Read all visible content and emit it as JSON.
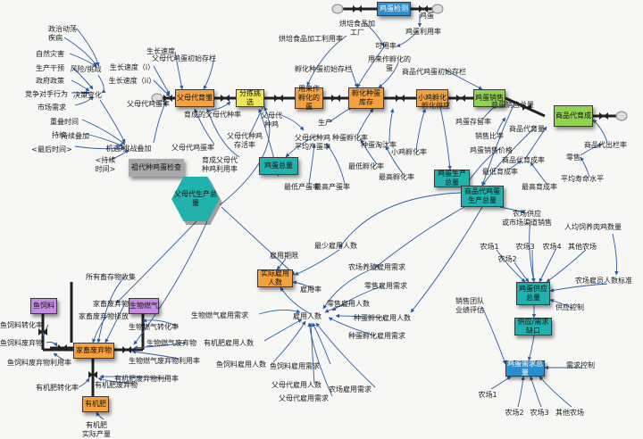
{
  "colors": {
    "orange": "#f4a13f",
    "yellow": "#efe65c",
    "green": "#92d24f",
    "blue": "#2a8fd0",
    "teal": "#22b2ad",
    "purple": "#c48ee0",
    "gray": "#a8a8a8",
    "link": "#2c5aa0"
  },
  "stocks": {
    "parent_breeding": "父母代育雏",
    "grading_selection": "分拣挑选",
    "hatching_egg": "用来作孵化的蛋",
    "hatch_storage": "孵化种蛋库存",
    "chick_hatching": "小鸡孵化",
    "egg_sales": "鸡蛋销售",
    "commercial_growing": "商品代育成",
    "egg_inspection": "鸡蛋检测",
    "egg_total": "鸡蛋总量",
    "egg_production_total": "鸡蛋生产总量",
    "commercial_egg_production": "商品代鸡蛋生产总量",
    "parent_production_total": "父母代生产总量",
    "ancestor_inspection": "祖代种鸡蛋检查",
    "actual_employees": "实际雇用人数",
    "fish_feed": "鱼饲料",
    "bio_gas": "生物燃气",
    "livestock_waste": "家畜废弃物",
    "organic_fertilizer": "有机肥",
    "egg_supply_total": "鸡蛋供应总量",
    "supply_demand_gap": "供应/需求缺口",
    "egg_demand_total": "鸡蛋需求总量"
  },
  "variables": {
    "political_turmoil": "政治动荡",
    "disease": "疾病",
    "natural_disaster": "自然灾害",
    "production_intervention": "生产干预",
    "government_policy": "政府政策",
    "competitor_hand": "竞争对手行为",
    "market_demand": "市场需求",
    "risk_challenge": "风险/挑战",
    "decision_change": "决策变化",
    "delay_time": "重叠时间",
    "sustain": "持续",
    "sustained_increase": "持续叠加",
    "opportunity_overlay": "机遇/挑战叠加",
    "latest_time": "<最后时间>",
    "time": "<持续\n时间>",
    "growth_rate_i": "生长速度（i）",
    "growth_rate_ii": "生长速度（ii）",
    "growth_rate": "生长速度",
    "parent_egg_init": "父母代鸡蛋初始存栏",
    "parent_egg_rate": "父母代鸡蛋率",
    "raised_parent_rate": "育成的父母代种率",
    "parent_survival": "父母代种鸡\n存活率",
    "parent_egg_rate2": "父母代鸡蛋率",
    "raised_parent_egg": "育成父母代\n种鸡利用率",
    "baking_plant_rate": "烘培食品加工利用率",
    "baking_plant": "烘培食品加\n工厂",
    "egg": "鸡蛋",
    "egg_use_rate": "鸡蛋利用率",
    "usable_hatch_rate": "可用率",
    "hatch_egg_init": "孵化种蛋初始存栏",
    "used_hatch_egg": "用来作孵化的\n蛋",
    "commercial_egg_init": "商品代鸡蛋初始存栏",
    "parent_egg": "父母代\n种鸡",
    "production": "生产",
    "breeder_hens": "父母代种鸡\n平均产蛋率",
    "min_egg_rate": "最低产蛋率",
    "max_egg_rate": "最高产蛋率",
    "hatch_rate": "种蛋孵化率",
    "hatch_eliminate": "种蛋淘汰率",
    "min_hatch_rate": "最低孵化率",
    "max_hatch_rate": "最高孵化率",
    "chick_hatch_rate": "小鸡孵化率",
    "hatch_supply": "孵化供应",
    "egg_sales_quota": "鸡蛋销售总量",
    "egg_retention": "鸡蛋存留率",
    "commercial_feed": "商品代育量",
    "sales_ratio": "销售比率",
    "egg_sales_price": "鸡蛋销售价格",
    "commercial_growing_rate": "商品代育成率",
    "min_growing_rate": "最低育成率",
    "max_growing_rate": "最高育成率",
    "commercial_out_rate": "商品代出栏率",
    "market": "零售",
    "avg_lifespan": "平均寿命水平",
    "farm_supply": "农场供应\n或市场渠道销售",
    "farm1": "农场1",
    "farm2": "农场2",
    "farm3": "农场3",
    "farm4": "农场4",
    "other_farm": "其他农场",
    "farm_egg_use": "人均饲养肉鸡数量",
    "farm_employees": "农场雇员人数标准",
    "supply_control": "供应控制",
    "sales_team": "销售团队\n业绩评估",
    "demand_control": "需求控制",
    "d_farm1": "农场1",
    "d_farm2": "农场2",
    "d_farm3": "农场3",
    "d_farm4": "其他农场",
    "min_employee": "最少雇用人数",
    "employ_limit": "雇用期限",
    "employ_rate": "雇用率",
    "employ_count": "雇用人数",
    "farm_employ_demand": "农场养殖雇用需求",
    "retail_employ_demand": "零售雇用需求",
    "retail_employee": "零售雇用人数",
    "breed_hatch_employee": "种蛋孵化雇用人数",
    "breed_hatch_demand": "种蛋孵化雇用需求",
    "bio_gas_employ_demand": "生物燃气雇用需求",
    "organic_employee": "有机肥雇用人数",
    "fish_feed_employee": "鱼饲料雇用人数",
    "fish_feed_demand": "鱼饲料雇用需求",
    "parent_employee": "父母代雇用人数",
    "parent_employ_demand": "父母代雇用需求",
    "farm_employ_demand2": "农场雇用需求",
    "all_waste_collect": "所有畜存物收集",
    "livestock_waste_rate": "家畜废弃物",
    "waste_collect": "家畜废弃物排放",
    "fish_feed_rate": "鱼饲料转化率",
    "fish_feed_waste": "鱼饲料废弃物",
    "fish_feed_waste_use": "鱼饲料废弃物利用率",
    "bio_gas_rate": "生物燃气转化率",
    "bio_gas_waste": "生物燃气废弃物",
    "bio_gas_waste_use": "生物燃气废弃物利用率",
    "organic_rate": "有机肥转化率",
    "organic_waste": "有机肥废弃物",
    "organic_waste_use": "有机肥废弃物利用率",
    "organic_actual": "有机肥\n实际产量"
  }
}
